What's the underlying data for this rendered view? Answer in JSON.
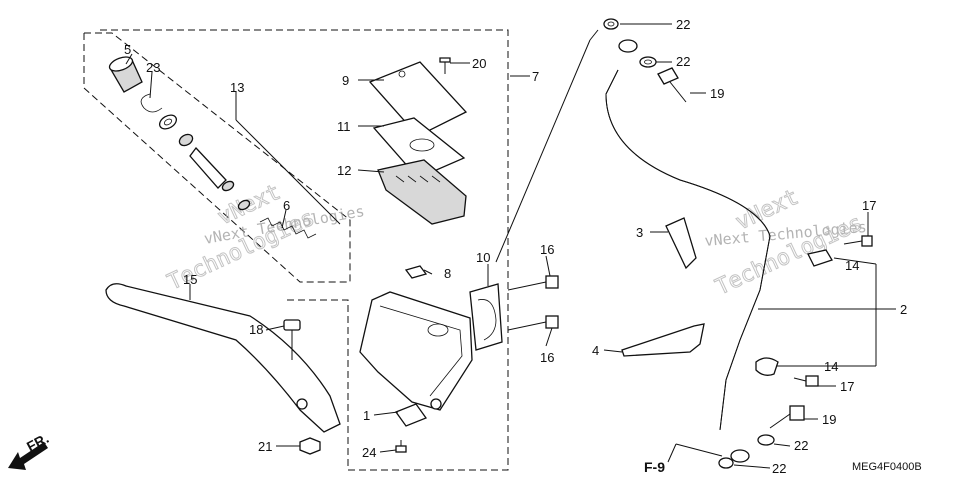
{
  "diagram_code": "MEG4F0400B",
  "figure_ref": "F-9",
  "direction_label": "FR.",
  "watermark": {
    "line1": "vNext Technologies",
    "line2": "vNext",
    "line3": "Technologies"
  },
  "callouts": {
    "c1": "1",
    "c2": "2",
    "c3": "3",
    "c4": "4",
    "c5": "5",
    "c6": "6",
    "c7": "7",
    "c8": "8",
    "c9": "9",
    "c10": "10",
    "c11": "11",
    "c12": "12",
    "c13": "13",
    "c14a": "14",
    "c14b": "14",
    "c15": "15",
    "c16a": "16",
    "c16b": "16",
    "c17a": "17",
    "c17b": "17",
    "c18": "18",
    "c19a": "19",
    "c19b": "19",
    "c20": "20",
    "c21": "21",
    "c22a": "22",
    "c22b": "22",
    "c22c": "22",
    "c22d": "22",
    "c23": "23",
    "c24": "24"
  }
}
